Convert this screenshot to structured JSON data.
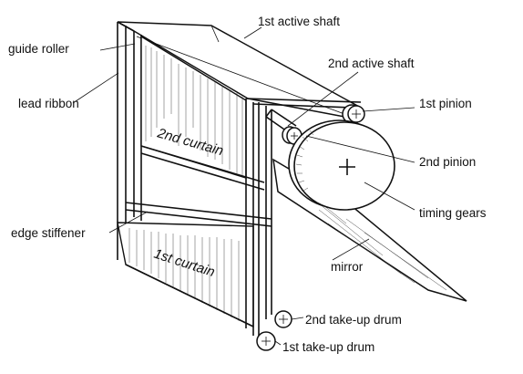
{
  "labels": {
    "first_active_shaft": "1st active shaft",
    "guide_roller": "guide roller",
    "second_active_shaft": "2nd active shaft",
    "lead_ribbon": "lead ribbon",
    "first_pinion": "1st pinion",
    "second_curtain": "2nd curtain",
    "second_pinion": "2nd pinion",
    "timing_gears": "timing gears",
    "edge_stiffener": "edge stiffener",
    "mirror": "mirror",
    "first_curtain": "1st curtain",
    "second_take_up_drum": "2nd take-up drum",
    "first_take_up_drum": "1st take-up drum"
  }
}
